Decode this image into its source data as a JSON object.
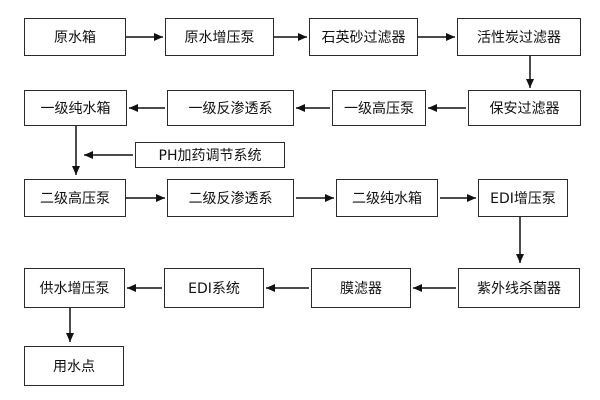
{
  "diagram": {
    "nodes": {
      "raw_water_tank": "原水箱",
      "raw_water_booster_pump": "原水增压泵",
      "quartz_sand_filter": "石英砂过滤器",
      "activated_carbon_filter": "活性炭过滤器",
      "security_filter": "保安过滤器",
      "primary_high_pressure_pump": "一级高压泵",
      "primary_reverse_osmosis": "一级反渗透系",
      "primary_pure_water_tank": "一级纯水箱",
      "ph_dosing_system": "PH加药调节系统",
      "secondary_high_pressure_pump": "二级高压泵",
      "secondary_reverse_osmosis": "二级反渗透系",
      "secondary_pure_water_tank": "二级纯水箱",
      "edi_booster_pump": "EDI增压泵",
      "uv_sterilizer": "紫外线杀菌器",
      "membrane_filter": "膜滤器",
      "edi_system": "EDI系统",
      "supply_booster_pump": "供水增压泵",
      "point_of_use": "用水点"
    }
  }
}
